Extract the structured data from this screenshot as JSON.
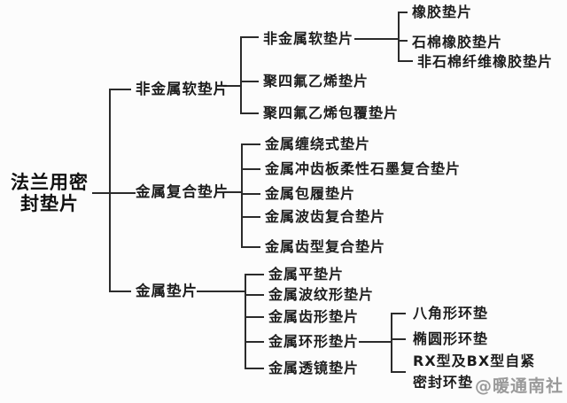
{
  "colors": {
    "background": "#fcfcfc",
    "text": "#1d1d1d",
    "line": "#2b2b2b",
    "watermark": "#9a9a9a"
  },
  "tree": {
    "root": {
      "label": "法兰用密封垫片",
      "lines": [
        "法兰用密",
        "封垫片"
      ]
    },
    "branches": [
      {
        "label": "非金属软垫片",
        "children": [
          {
            "label": "非金属软垫片",
            "children": [
              {
                "label": "橡胶垫片"
              },
              {
                "label": "石棉橡胶垫片"
              },
              {
                "label": "非石棉纤维橡胶垫片"
              }
            ]
          },
          {
            "label": "聚四氟乙烯垫片"
          },
          {
            "label": "聚四氟乙烯包覆垫片"
          }
        ]
      },
      {
        "label": "金属复合垫片",
        "children": [
          {
            "label": "金属缠绕式垫片"
          },
          {
            "label": "金属冲齿板柔性石墨复合垫片"
          },
          {
            "label": "金属包履垫片"
          },
          {
            "label": "金属波齿复合垫片"
          },
          {
            "label": "金属齿型复合垫片"
          }
        ]
      },
      {
        "label": "金属垫片",
        "children": [
          {
            "label": "金属平垫片"
          },
          {
            "label": "金属波纹形垫片"
          },
          {
            "label": "金属齿形垫片"
          },
          {
            "label": "金属环形垫片",
            "children": [
              {
                "label": "八角形环垫"
              },
              {
                "label": "椭圆形环垫"
              },
              {
                "label": "RX型及BX型自紧密封环垫",
                "lines": [
                  "RX型及BX型自紧",
                  "密封环垫"
                ]
              }
            ]
          },
          {
            "label": "金属透镜垫片"
          }
        ]
      }
    ]
  },
  "watermark": {
    "text": "@暖通南社"
  }
}
